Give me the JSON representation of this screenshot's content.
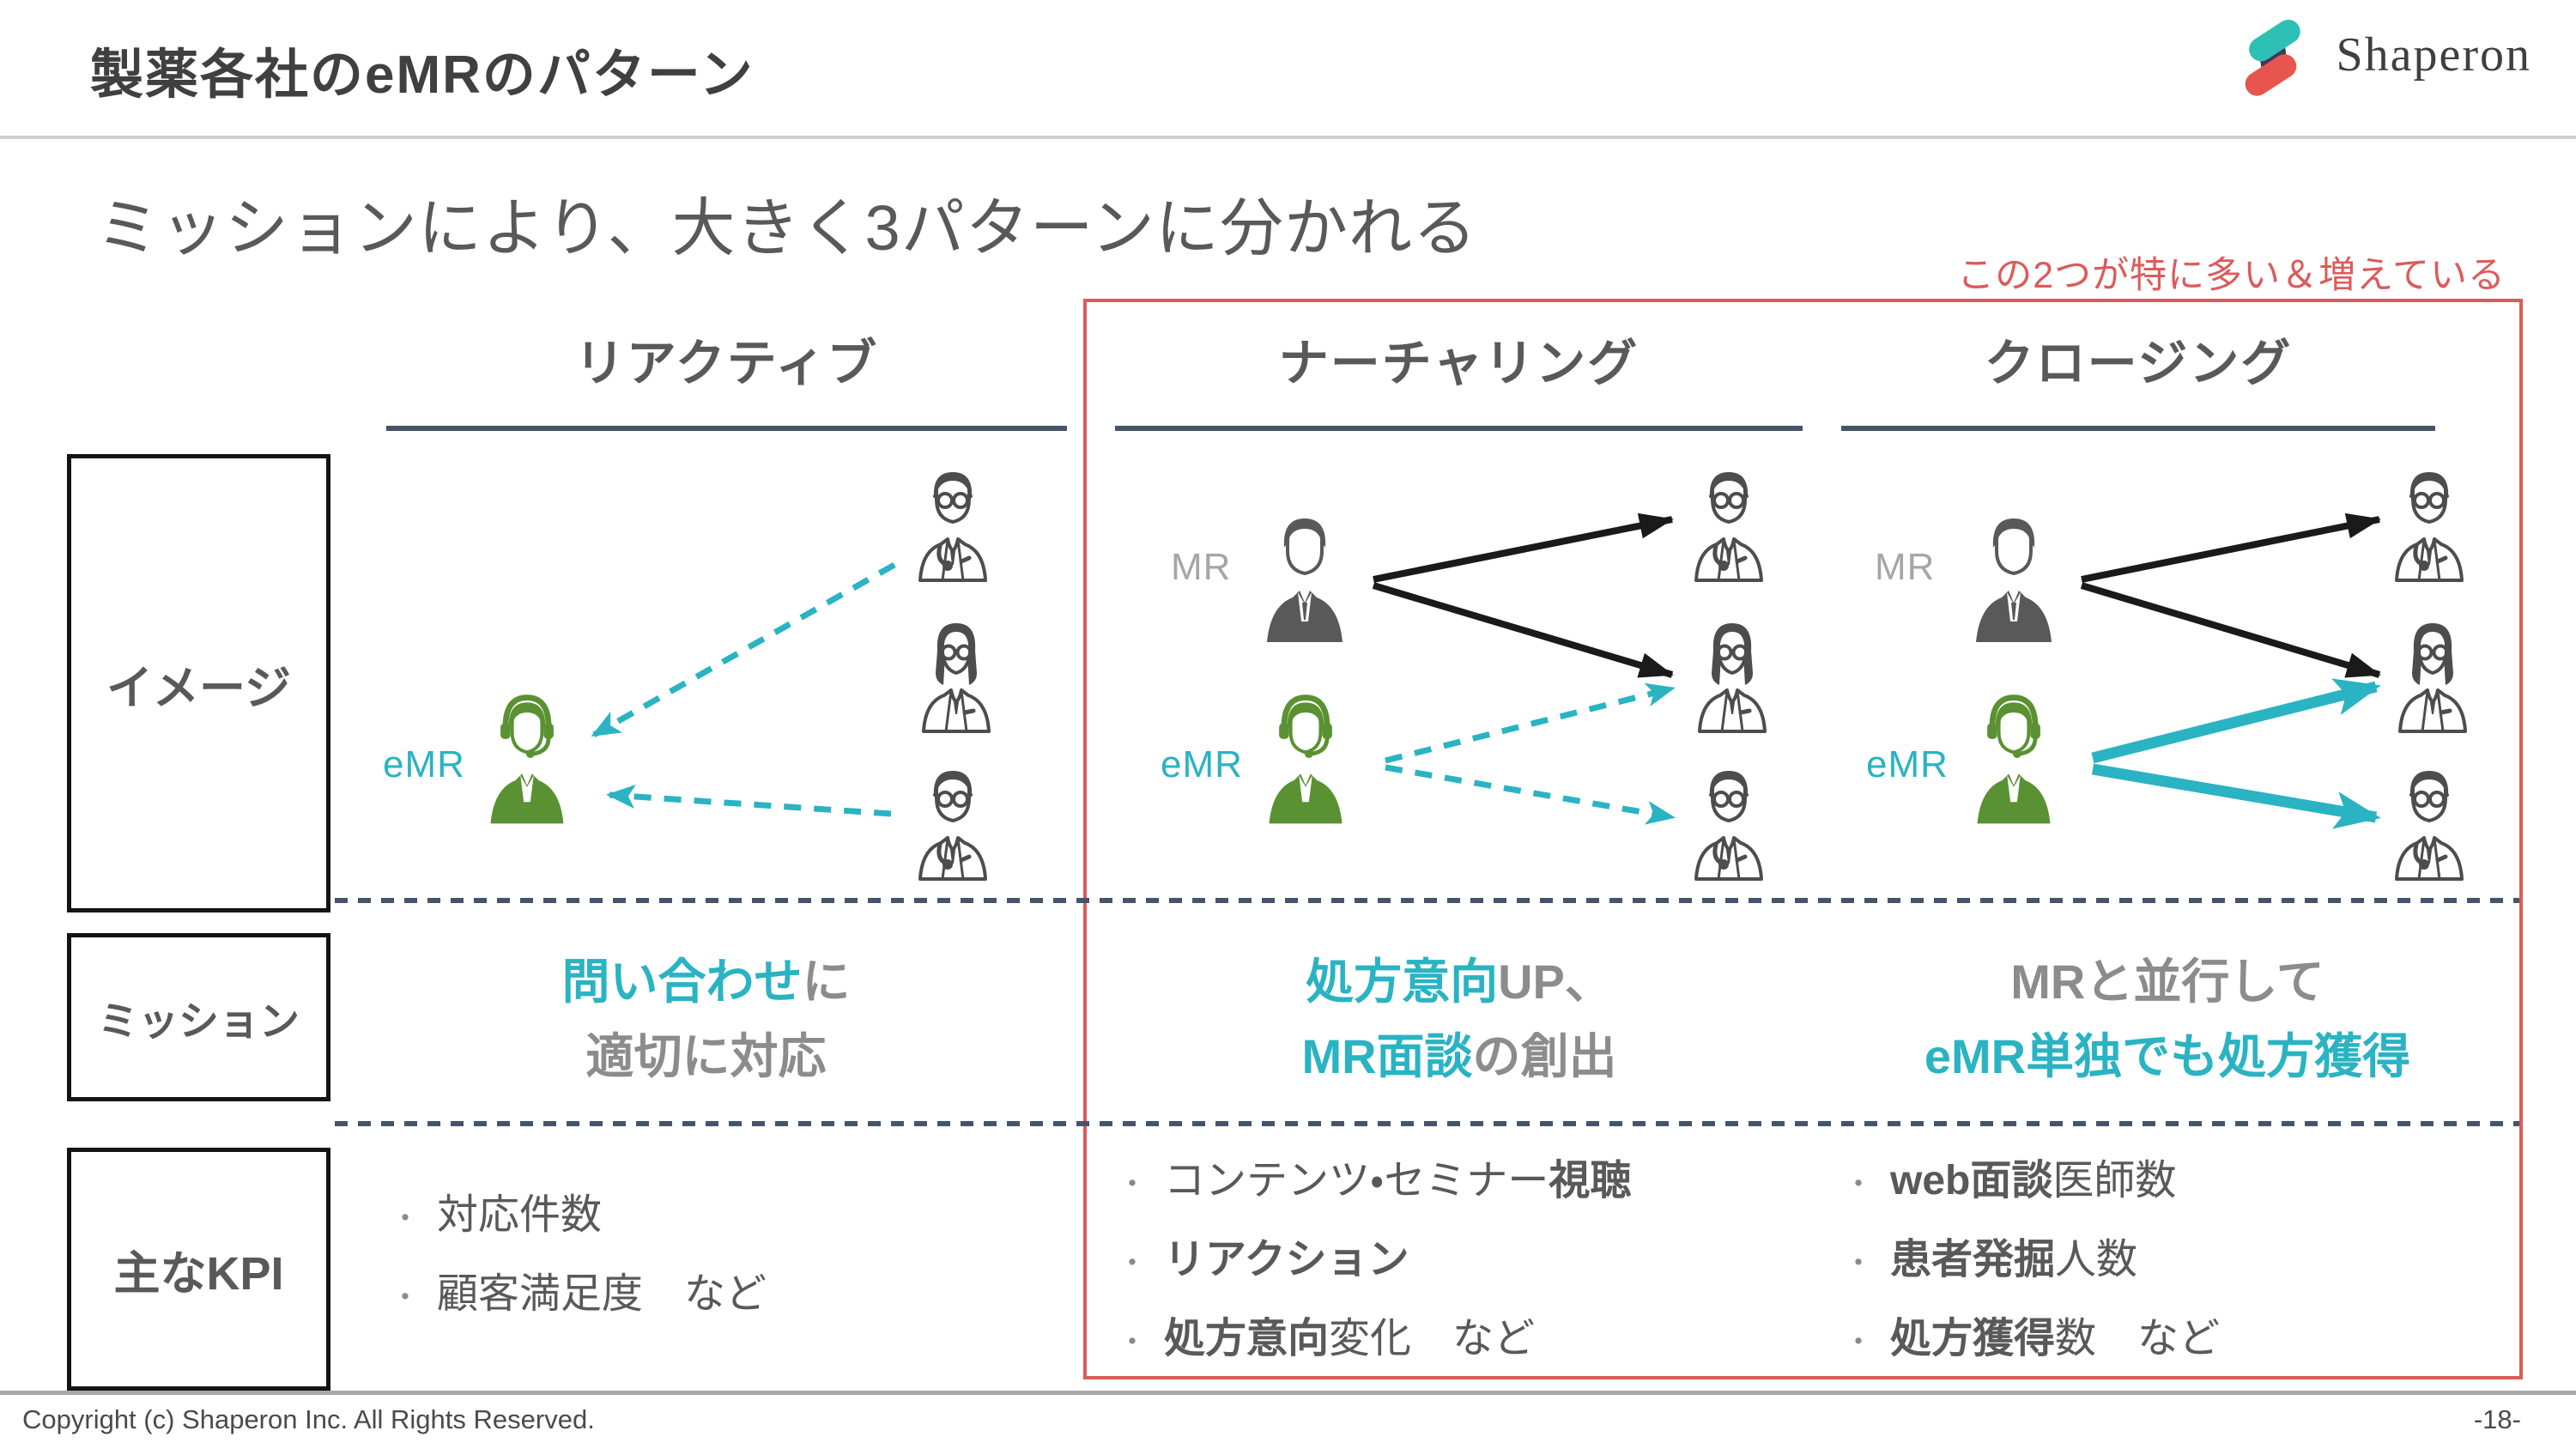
{
  "slide": {
    "title": "製薬各社のeMRのパターン",
    "heading": "ミッションにより、大きく3パターンに分かれる",
    "annotation": "この2つが特に多い＆増えている",
    "logo_text": "Shaperon",
    "footer": {
      "copyright": "Copyright (c) Shaperon Inc.  All Rights Reserved.",
      "page": "-18-"
    }
  },
  "colors": {
    "teal": "#2ab3c3",
    "green": "#5a9132",
    "red": "#dc5b5b",
    "black_arrow": "#1a1a1a",
    "title": "#404040",
    "text": "#595959",
    "mission_gray": "#8c8c8c",
    "label_gray": "#a6a6a6",
    "slate": "#44546a"
  },
  "columns": [
    {
      "label": "リアクティブ"
    },
    {
      "label": "ナーチャリング"
    },
    {
      "label": "クロージング"
    }
  ],
  "row_labels": [
    {
      "label": "イメージ"
    },
    {
      "label": "ミッション"
    },
    {
      "label": "主なKPI"
    }
  ],
  "diagram": {
    "mr_label": "MR",
    "emr_label": "eMR",
    "bullet": "・"
  },
  "missions": {
    "reactive": {
      "line1_accent": "問い合わせ",
      "line1_rest": "に",
      "line2_accent": "",
      "line2_rest": "適切に対応"
    },
    "nurturing": {
      "line1_accent": "処方意向",
      "line1_rest": "UP、",
      "line2_accent": "MR面談",
      "line2_rest": "の創出"
    },
    "closing": {
      "line1_accent": "",
      "line1_rest": "MRと並行して",
      "line2_accent": "eMR単独でも処方獲得",
      "line2_rest": ""
    }
  },
  "kpis": {
    "reactive": [
      {
        "pre": "対応件数",
        "bold": "",
        "post": ""
      },
      {
        "pre": "顧客満足度　など",
        "bold": "",
        "post": ""
      }
    ],
    "nurturing": [
      {
        "pre": "コンテンツ・セミナー",
        "bold": "視聴",
        "post": ""
      },
      {
        "pre": "",
        "bold": "リアクション",
        "post": ""
      },
      {
        "pre": "",
        "bold": "処方意向",
        "post": "変化　など"
      }
    ],
    "closing": [
      {
        "pre": "",
        "bold": "web面談",
        "post": "医師数"
      },
      {
        "pre": "",
        "bold": "患者発掘",
        "post": "人数"
      },
      {
        "pre": "",
        "bold": "処方獲得",
        "post": "数　など"
      }
    ]
  }
}
